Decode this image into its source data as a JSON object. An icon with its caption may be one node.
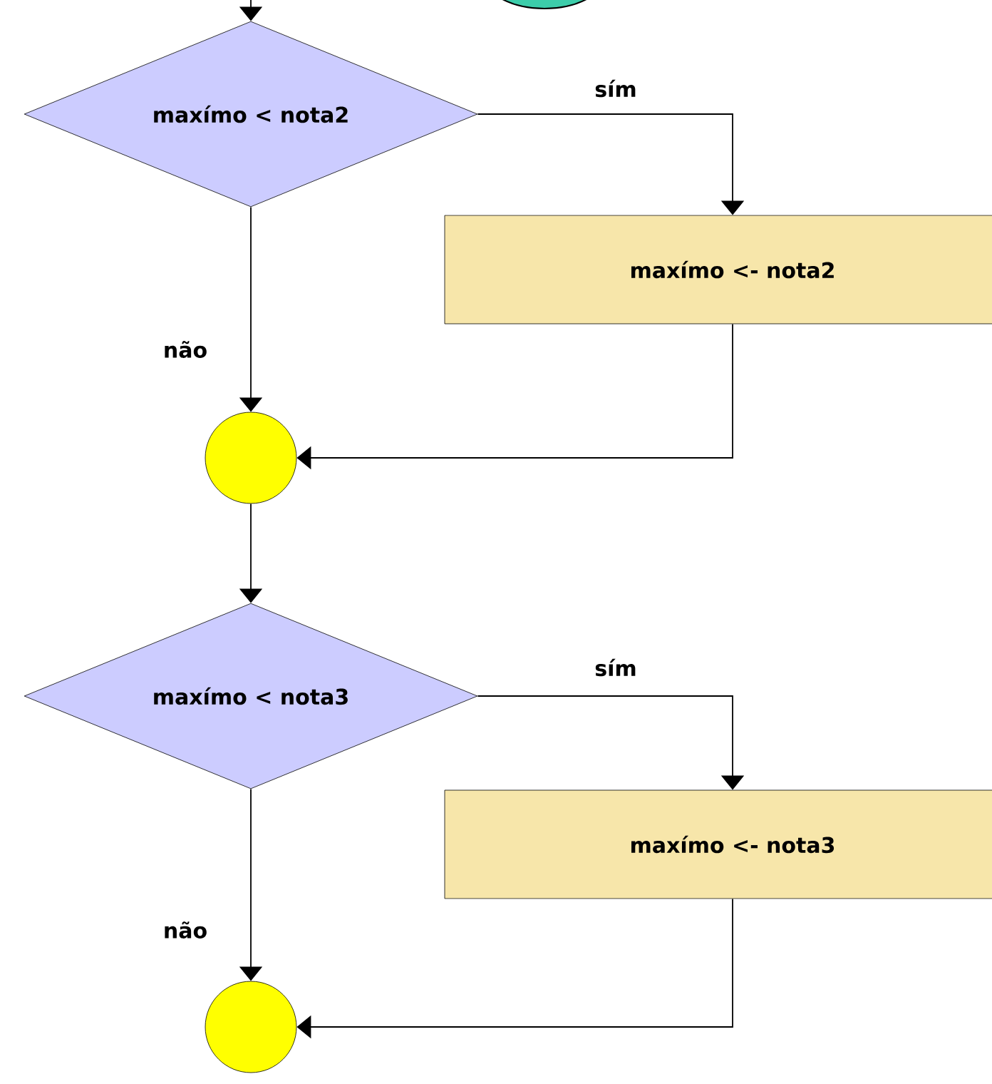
{
  "diagram": {
    "nodes": [
      {
        "text": [],
        "shape": "ellipse"
      },
      {
        "text": [
          "maxímo < nota2"
        ]
      },
      {
        "text": [
          "maxímo <- nota2"
        ]
      },
      {
        "text": [],
        "shape": "circle"
      },
      {
        "text": [
          "maxímo < nota3"
        ]
      },
      {
        "text": [
          "maxímo <- nota3"
        ]
      },
      {
        "text": [],
        "shape": "circle"
      }
    ],
    "edges": [
      {
        "from": null,
        "to": 1,
        "arrow": "to"
      },
      {
        "from": 1,
        "to": 2,
        "arrow": "to",
        "label": "sím"
      },
      {
        "from": 1,
        "to": 3,
        "arrow": "to",
        "label": "não"
      },
      {
        "from": 2,
        "to": 3,
        "arrow": "to"
      },
      {
        "from": 3,
        "to": 4,
        "arrow": "to"
      },
      {
        "from": 4,
        "to": 5,
        "arrow": "to",
        "label": "sím"
      },
      {
        "from": 4,
        "to": 6,
        "arrow": "to",
        "label": "não"
      },
      {
        "from": 5,
        "to": 6,
        "arrow": "to"
      }
    ]
  }
}
